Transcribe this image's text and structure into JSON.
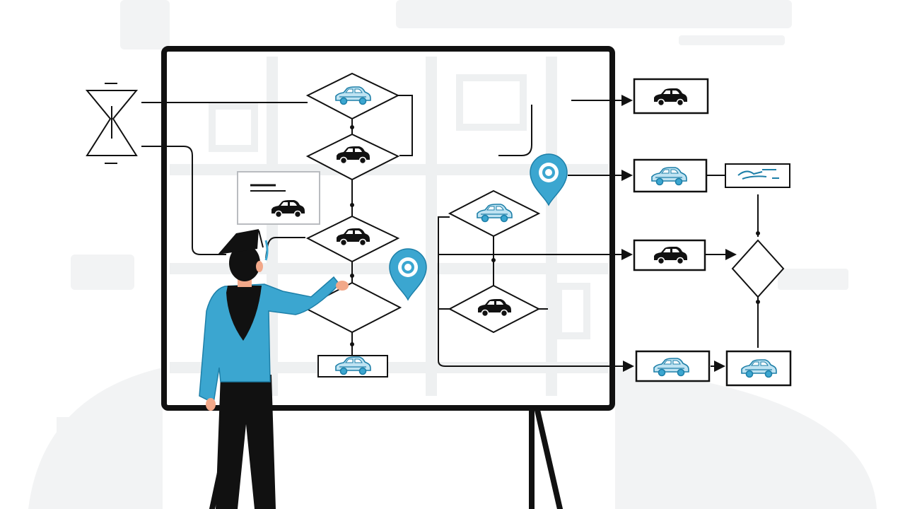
{
  "colors": {
    "background": "#ffffff",
    "ghost": "#f1f2f3",
    "ghost_dark": "#e6e7e9",
    "ink": "#111111",
    "accent": "#3ba6d0",
    "accent_dark": "#1d7fa8",
    "skin": "#f2a889",
    "board_frame": "#111111",
    "board_fill": "#ffffff"
  },
  "icons": {
    "car": "car-icon",
    "pin": "location-pin-icon",
    "hourglass": "hourglass-icon",
    "signature": "signature-scribble-icon",
    "person": "presenter-figure"
  },
  "scene": {
    "description_nodes": [
      {
        "kind": "decision",
        "car": "accent"
      },
      {
        "kind": "decision",
        "car": "ink"
      },
      {
        "kind": "decision",
        "car": "ink"
      },
      {
        "kind": "decision",
        "car": "none"
      },
      {
        "kind": "decision",
        "car": "accent"
      },
      {
        "kind": "decision",
        "car": "ink"
      },
      {
        "kind": "decision",
        "car": "none"
      }
    ],
    "boxes": [
      {
        "car": "ink"
      },
      {
        "car": "accent"
      },
      {
        "car": "ink"
      },
      {
        "car": "accent"
      },
      {
        "car": "accent"
      },
      {
        "car": "accent"
      },
      {
        "car": "ink"
      }
    ]
  }
}
